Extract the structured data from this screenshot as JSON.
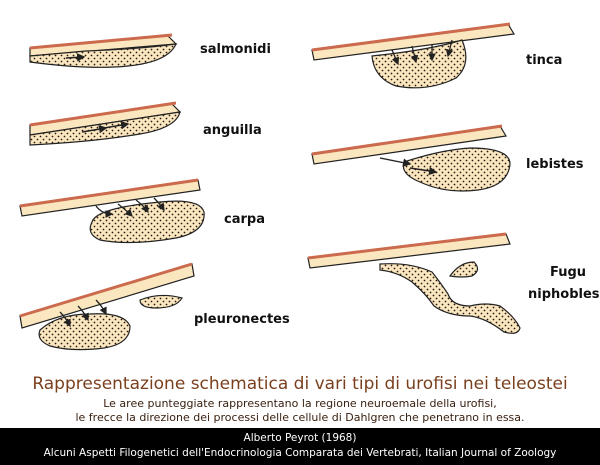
{
  "labels": {
    "salmonidi": "salmonidi",
    "anguilla": "anguilla",
    "carpa": "carpa",
    "pleuronectes": "pleuronectes",
    "tinca": "tinca",
    "lebistes": "lebistes",
    "fugu_line1": "Fugu",
    "fugu_line2": "niphobles"
  },
  "caption": {
    "title": "Rappresentazione schematica di vari tipi di urofisi nei teleostei",
    "line1": "Le aree punteggiate rappresentano la regione neuroemale della urofisi,",
    "line2": "le frecce la direzione dei processi delle cellule di Dahlgren che penetrano in essa."
  },
  "footer": {
    "line1": "Alberto Peyrot (1968)",
    "line2": "Alcuni Aspetti Filogenetici dell'Endocrinologia Comparata dei Vertebrati, Italian Journal of Zoology"
  },
  "colors": {
    "cord": "#cc6a4e",
    "fill": "#fbe7bf",
    "stroke": "#222222",
    "caption_title": "#7a3f1c",
    "footer_bg": "#000000"
  }
}
